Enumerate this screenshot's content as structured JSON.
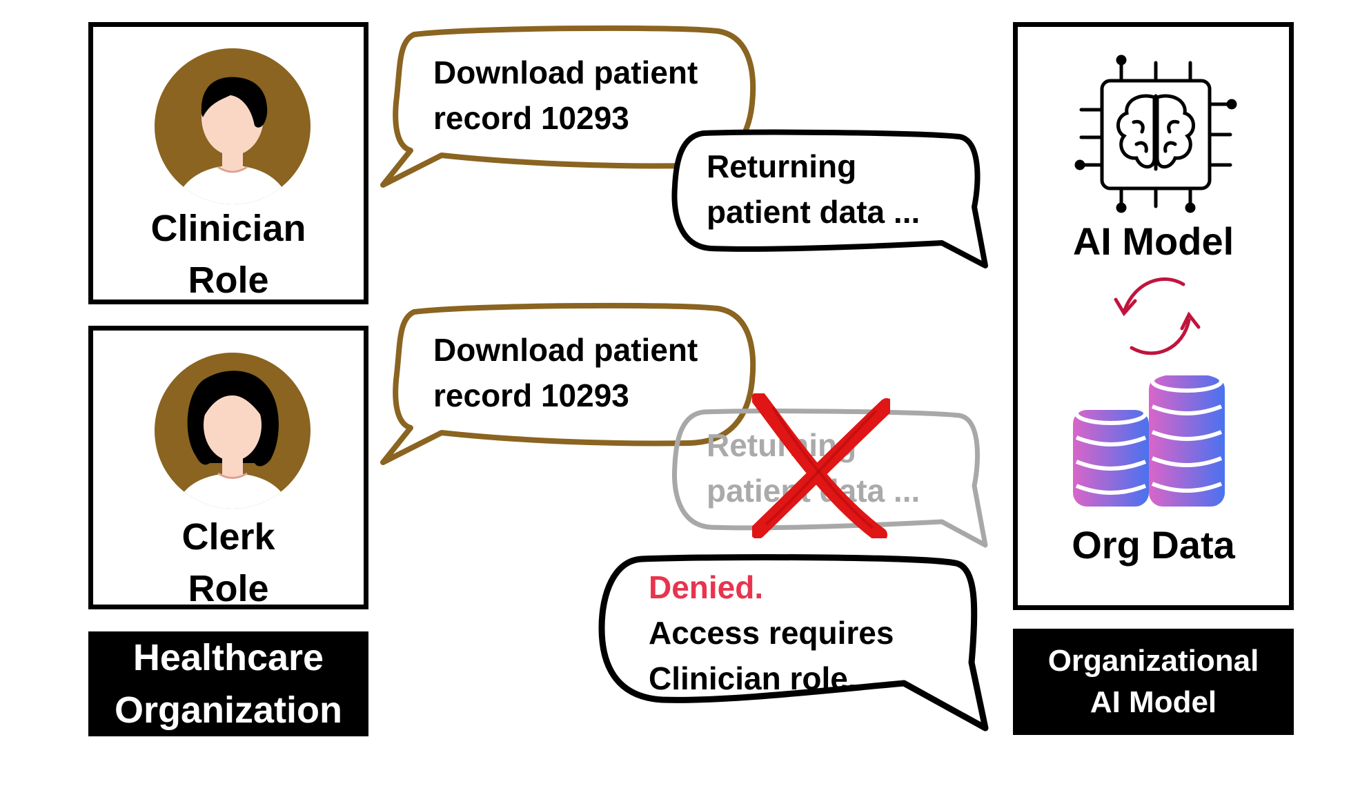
{
  "left": {
    "roles": [
      {
        "line1": "Clinician",
        "line2": "Role"
      },
      {
        "line1": "Clerk",
        "line2": "Role"
      }
    ],
    "caption": {
      "line1": "Healthcare",
      "line2": "Organization"
    }
  },
  "right": {
    "model_label": "AI Model",
    "data_label": "Org Data",
    "caption": {
      "line1": "Organizational",
      "line2": "AI Model"
    }
  },
  "bubbles": {
    "request1": {
      "line1": "Download patient",
      "line2": "record 10293"
    },
    "response1": {
      "line1": "Returning",
      "line2": "patient data ..."
    },
    "request2": {
      "line1": "Download patient",
      "line2": "record 10293"
    },
    "response2_blocked": {
      "line1": "Returning",
      "line2": "patient data ..."
    },
    "denial": {
      "status": "Denied.",
      "line1": "Access requires",
      "line2": "Clinician role."
    }
  },
  "icons": [
    "clinician-avatar-icon",
    "clerk-avatar-icon",
    "ai-chip-brain-icon",
    "sync-arrows-icon",
    "database-icon",
    "red-x-icon"
  ],
  "colors": {
    "request_bubble": "#8a6420",
    "avatar_bg": "#8a6420",
    "skin": "#fad7c5",
    "denied": "#e8344e",
    "sync_arrows": "#c0143c",
    "cross": "#e01515",
    "blocked_bubble": "#a8a8a8",
    "db_gradient_start": "#d965c8",
    "db_gradient_end": "#4a72ee"
  }
}
